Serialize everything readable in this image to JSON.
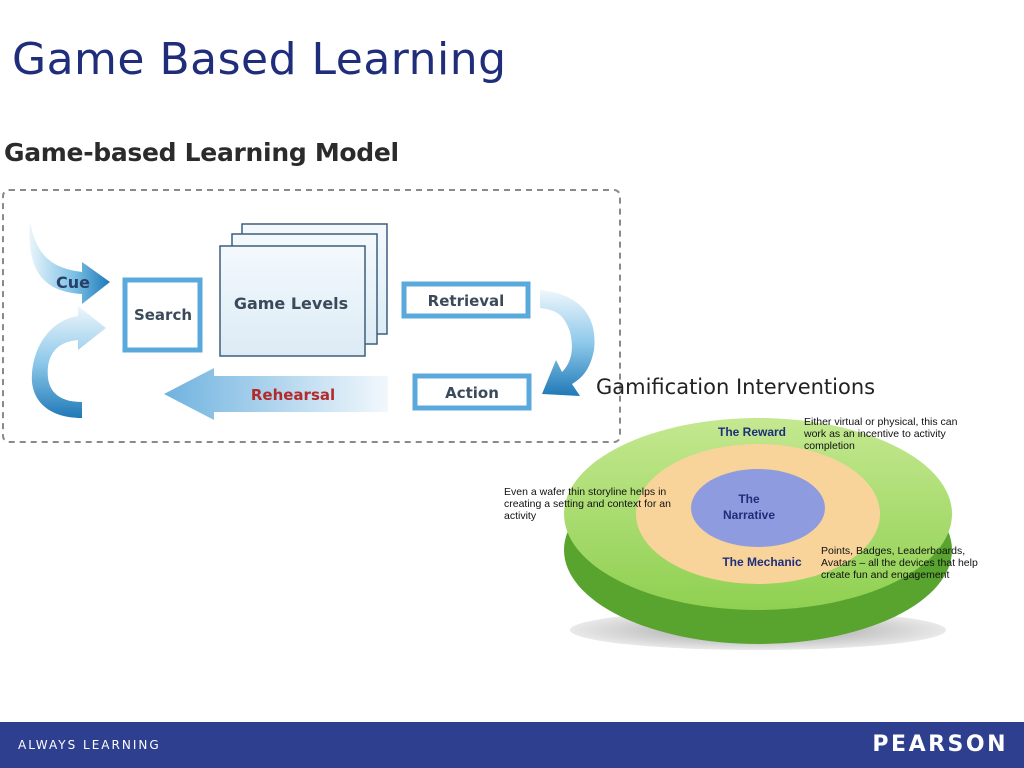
{
  "slide": {
    "title": "Game Based Learning"
  },
  "model": {
    "title": "Game-based Learning Model",
    "cue": "Cue",
    "search": "Search",
    "game_levels": "Game Levels",
    "retrieval": "Retrieval",
    "action": "Action",
    "rehearsal": "Rehearsal"
  },
  "gamification": {
    "title": "Gamification Interventions",
    "reward": "The Reward",
    "narrative_line1": "The",
    "narrative_line2": "Narrative",
    "mechanic": "The Mechanic",
    "reward_note": [
      "Either virtual or physical, this can",
      "work as an incentive to activity",
      "completion"
    ],
    "narrative_note": [
      "Even a wafer thin storyline helps in",
      "creating a setting and context for an",
      "activity"
    ],
    "mechanic_note": [
      "Points, Badges, Leaderboards,",
      "Avatars – all the devices that help",
      "create fun and engagement"
    ]
  },
  "footer": {
    "left": "ALWAYS LEARNING",
    "right": "PEARSON"
  }
}
